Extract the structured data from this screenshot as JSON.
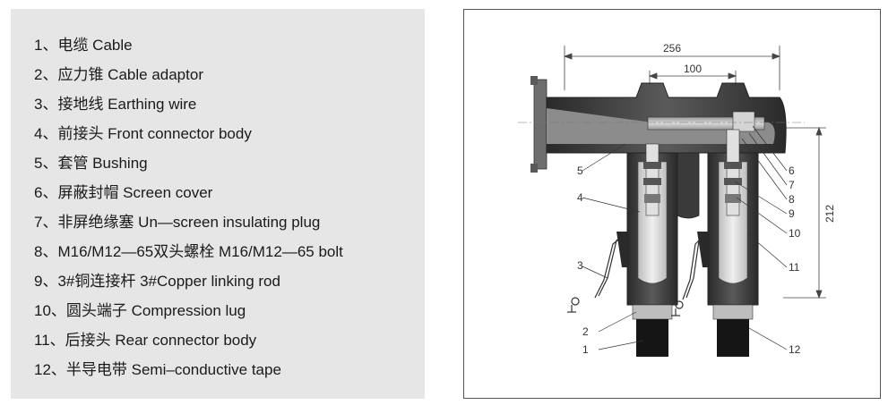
{
  "legend": {
    "items": [
      "1、电缆 Cable",
      "2、应力锥 Cable adaptor",
      "3、接地线 Earthing wire",
      "4、前接头 Front connector body",
      "5、套管 Bushing",
      "6、屏蔽封帽 Screen cover",
      "7、非屏绝缘塞 Un—screen insulating plug",
      "8、M16/M12—65双头螺栓 M16/M12—65 bolt",
      "9、3#铜连接杆 3#Copper linking rod",
      "10、圆头端子 Compression lug",
      "11、后接头 Rear connector body",
      "12、半导电带 Semi–conductive tape"
    ]
  },
  "diagram": {
    "dimensions": {
      "width": "256",
      "spacing": "100",
      "height": "212"
    },
    "callouts": [
      "1",
      "2",
      "3",
      "4",
      "5",
      "6",
      "7",
      "8",
      "9",
      "10",
      "11",
      "12"
    ]
  }
}
